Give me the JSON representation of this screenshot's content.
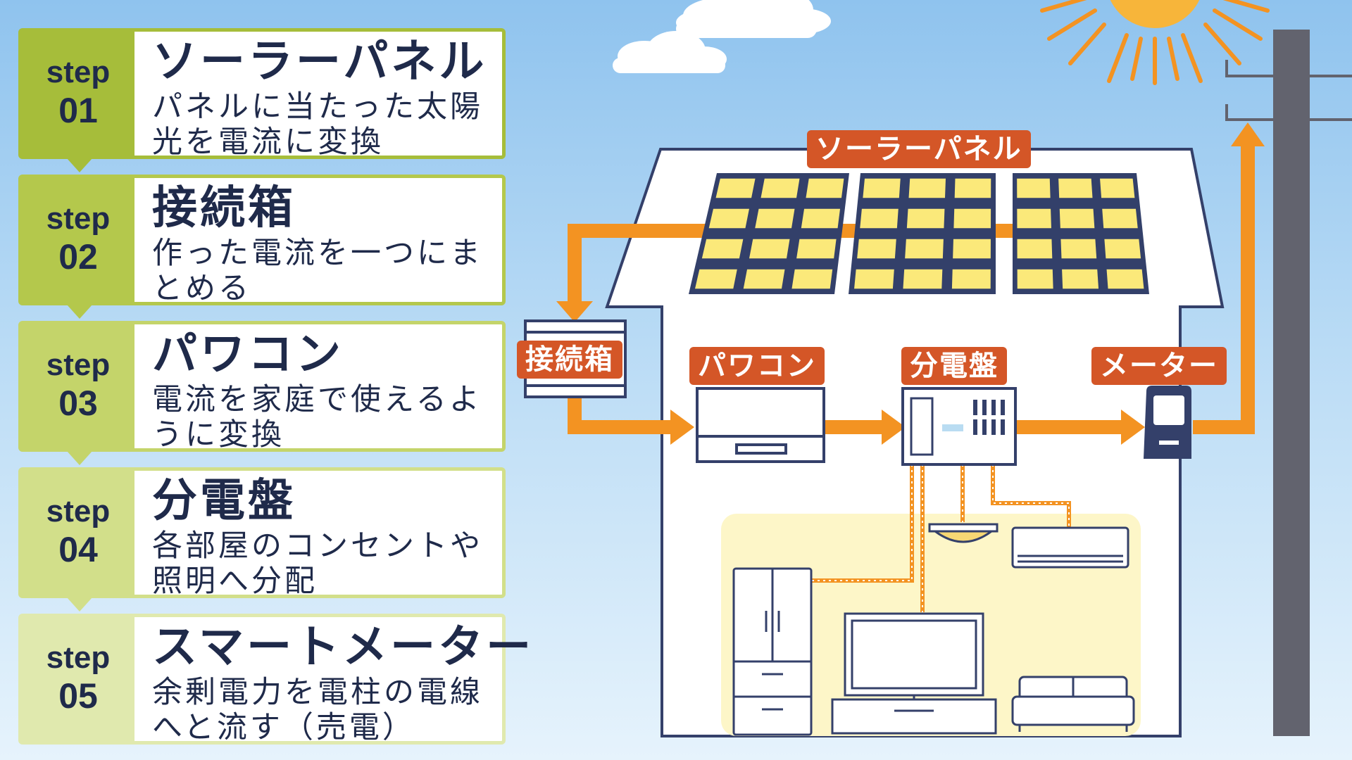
{
  "steps": [
    {
      "step_word": "step",
      "number": "01",
      "title": "ソーラーパネル",
      "desc_line1": "パネルに当たった太陽",
      "desc_line2": "光を電流に変換",
      "border": "#a6bd3a",
      "badge": "#a6bd3a"
    },
    {
      "step_word": "step",
      "number": "02",
      "title": "接続箱",
      "desc_line1": "作った電流を一つにま",
      "desc_line2": "とめる",
      "border": "#b4c84c",
      "badge": "#b4c84c"
    },
    {
      "step_word": "step",
      "number": "03",
      "title": "パワコン",
      "desc_line1": "電流を家庭で使えるよ",
      "desc_line2": "うに変換",
      "border": "#c4d46a",
      "badge": "#c4d46a"
    },
    {
      "step_word": "step",
      "number": "04",
      "title": "分電盤",
      "desc_line1": "各部屋のコンセントや",
      "desc_line2": "照明へ分配",
      "border": "#d2df8a",
      "badge": "#d2df8a"
    },
    {
      "step_word": "step",
      "number": "05",
      "title": "スマートメーター",
      "desc_line1": "余剰電力を電柱の電線",
      "desc_line2": "へと流す（売電）",
      "border": "#e0e9ae",
      "badge": "#e0e9ae"
    }
  ],
  "labels": {
    "solar_panel": "ソーラーパネル",
    "junction_box": "接続箱",
    "power_conditioner": "パワコン",
    "distribution_board": "分電盤",
    "meter": "メーター"
  },
  "colors": {
    "arrow": "#f39322",
    "label_bg": "#d45627",
    "navy": "#1f2a4a",
    "panel_cell": "#fbe97a",
    "pole": "#62636e",
    "sun": "#f39322",
    "room": "#fdf6c8"
  },
  "icons": [
    "sun-icon",
    "cloud-icon",
    "utility-pole-icon",
    "solar-panel-icon",
    "junction-box-icon",
    "power-conditioner-icon",
    "distribution-board-icon",
    "smart-meter-icon",
    "ceiling-light-icon",
    "air-conditioner-icon",
    "refrigerator-icon",
    "television-icon",
    "sofa-icon",
    "tv-stand-icon"
  ]
}
